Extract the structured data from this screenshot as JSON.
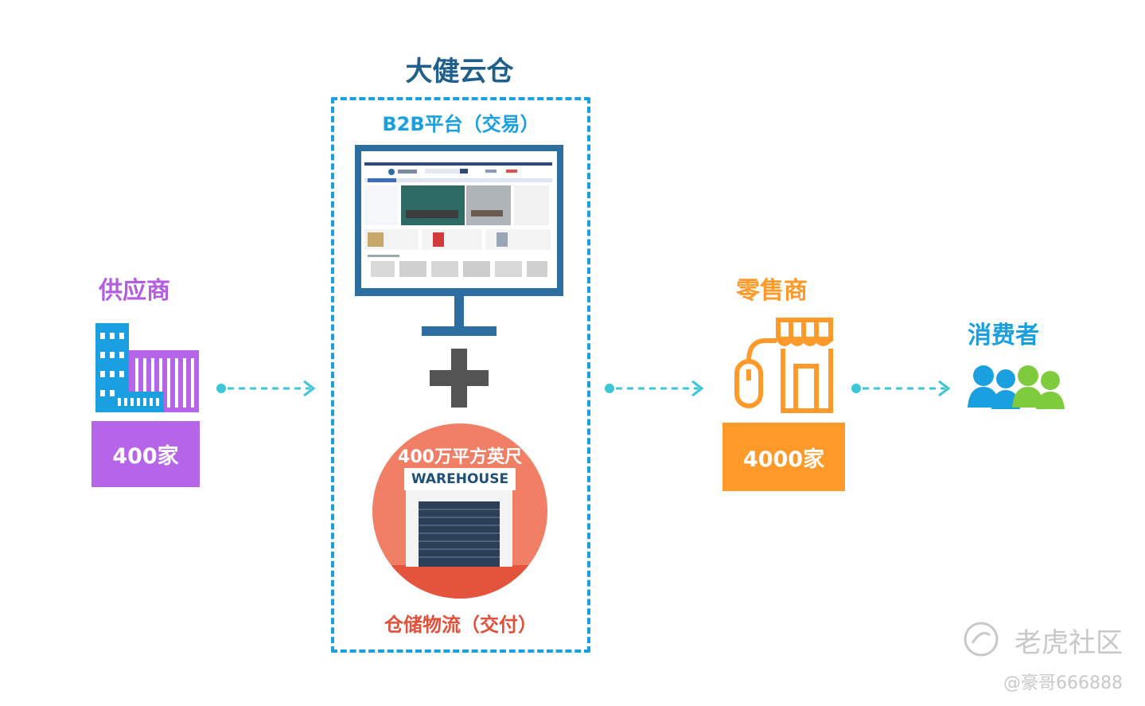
{
  "title": "大健云仓",
  "platform": {
    "label": "B2B平台（交易）"
  },
  "logistics": {
    "label": "仓储物流（交付）",
    "size": "400万平方英尺",
    "sign": "WAREHOUSE"
  },
  "supplier": {
    "label": "供应商",
    "count": "400家",
    "color": "#b765e8"
  },
  "retailer": {
    "label": "零售商",
    "count": "4000家",
    "color": "#ff9a2a"
  },
  "consumer": {
    "label": "消费者"
  },
  "watermark": {
    "brand": "老虎社区",
    "user": "@豪哥666888"
  },
  "colors": {
    "accent": "#1a9fe0",
    "arrow": "#3cc6d8",
    "warehouse": "#f07f66"
  }
}
